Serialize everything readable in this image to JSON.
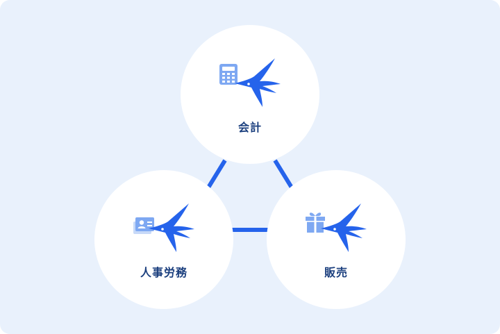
{
  "diagram": {
    "accent_color": "#2563eb",
    "icon_color": "#7ea8f2",
    "nodes": {
      "accounting": {
        "label": "会計",
        "icon": "calculator-icon"
      },
      "hr": {
        "label": "人事労務",
        "icon": "id-card-icon"
      },
      "sales": {
        "label": "販売",
        "icon": "gift-icon"
      }
    },
    "mascot_icon": "swallow-icon"
  }
}
